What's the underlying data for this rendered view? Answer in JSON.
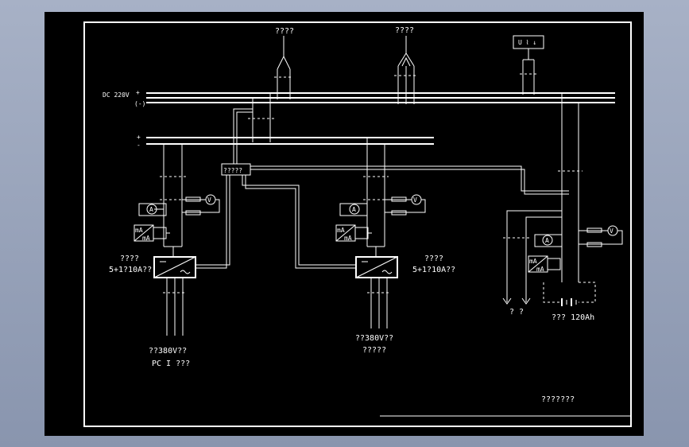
{
  "labels": {
    "source_left": "????",
    "source_mid": "????",
    "source_right_box": "U ⌇ ↓",
    "bus_dc": "DC 220V",
    "bus_plus": "+",
    "bus_minus": "(-)",
    "bus2_plus": "+",
    "bus2_minus": "-",
    "ctrl_box": "?????",
    "rect1_name": "????",
    "rect1_rating": "5+1?10A??",
    "rect2_name": "????",
    "rect2_rating": "5+1?10A??",
    "ac_left_l1": "??380V??",
    "ac_left_l2": "PC I ???",
    "ac_mid_l1": "??380V??",
    "ac_mid_l2": "?????",
    "battery_out": "? ?",
    "battery_label": "??? 120Ah",
    "title_block": "???????",
    "ammeter": "A",
    "voltmeter": "V",
    "ma_meter": "mA"
  }
}
